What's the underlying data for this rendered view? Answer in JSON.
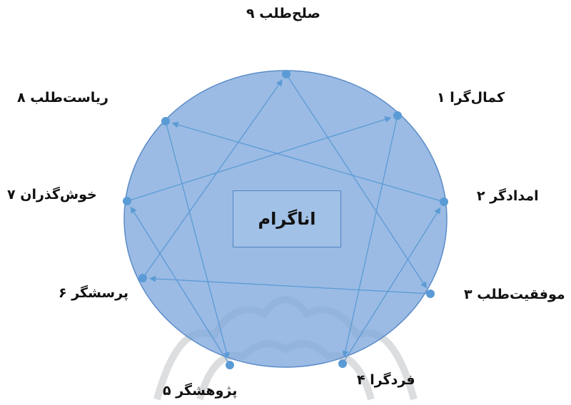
{
  "diagram": {
    "title": "اناگرام",
    "colors": {
      "circle_fill": "#7fa8dc",
      "circle_stroke": "#5b8cc8",
      "line": "#5b9bd5",
      "node": "#5b9bd5",
      "watermark": "#9aa0a6"
    },
    "nodes": [
      {
        "id": 9,
        "label": "صلح‌طلب ۹"
      },
      {
        "id": 1,
        "label": "کمال‌گرا ۱"
      },
      {
        "id": 2,
        "label": "امدادگر ۲"
      },
      {
        "id": 3,
        "label": "موفقیت‌طلب ۳"
      },
      {
        "id": 4,
        "label": "فردگرا ۴"
      },
      {
        "id": 5,
        "label": "پژوهشگر ۵"
      },
      {
        "id": 6,
        "label": "پرسشگر ۶"
      },
      {
        "id": 7,
        "label": "خوش‌گذران ۷"
      },
      {
        "id": 8,
        "label": "ریاست‌طلب ۸"
      }
    ],
    "arrows": [
      {
        "from": 1,
        "to": 4
      },
      {
        "from": 4,
        "to": 2
      },
      {
        "from": 2,
        "to": 8
      },
      {
        "from": 8,
        "to": 5
      },
      {
        "from": 5,
        "to": 7
      },
      {
        "from": 7,
        "to": 1
      },
      {
        "from": 9,
        "to": 3
      },
      {
        "from": 3,
        "to": 6
      },
      {
        "from": 6,
        "to": 9
      }
    ]
  }
}
